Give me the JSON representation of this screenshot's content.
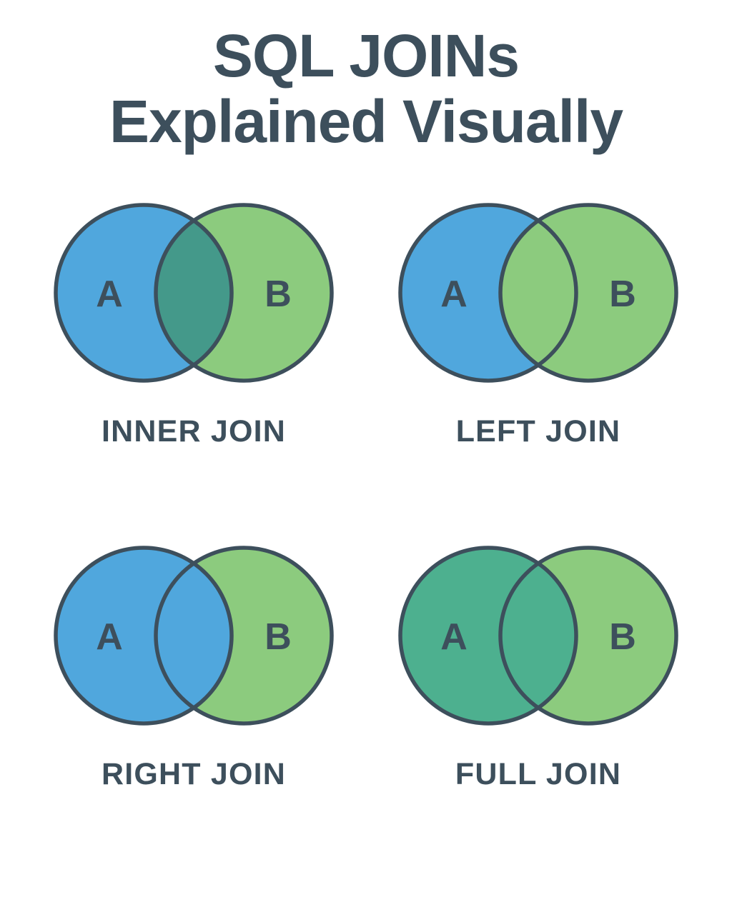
{
  "title": {
    "line1": "SQL JOINs",
    "line2": "Explained Visually"
  },
  "colors": {
    "blue": "#50a7dd",
    "green": "#8ccb7e",
    "teal": "#4db08f",
    "teal_dark": "#44998a",
    "stroke": "#3d4f5c",
    "text": "#3d4f5c",
    "background": "#ffffff"
  },
  "diagrams": [
    {
      "id": "inner-join",
      "label": "INNER JOIN",
      "left_letter": "A",
      "right_letter": "B",
      "fill_left": "#50a7dd",
      "fill_right": "#8ccb7e",
      "fill_intersection": "#44998a",
      "highlight": "intersection"
    },
    {
      "id": "left-join",
      "label": "LEFT JOIN",
      "left_letter": "A",
      "right_letter": "B",
      "fill_left": "#50a7dd",
      "fill_right": "#8ccb7e",
      "fill_intersection": "#8ccb7e",
      "highlight": "left-plus-intersection"
    },
    {
      "id": "right-join",
      "label": "RIGHT JOIN",
      "left_letter": "A",
      "right_letter": "B",
      "fill_left": "#50a7dd",
      "fill_right": "#8ccb7e",
      "fill_intersection": "#50a7dd",
      "highlight": "right-plus-intersection"
    },
    {
      "id": "full-join",
      "label": "FULL JOIN",
      "left_letter": "A",
      "right_letter": "B",
      "fill_left": "#4db08f",
      "fill_right": "#8ccb7e",
      "fill_intersection": "#4db08f",
      "highlight": "all"
    }
  ]
}
